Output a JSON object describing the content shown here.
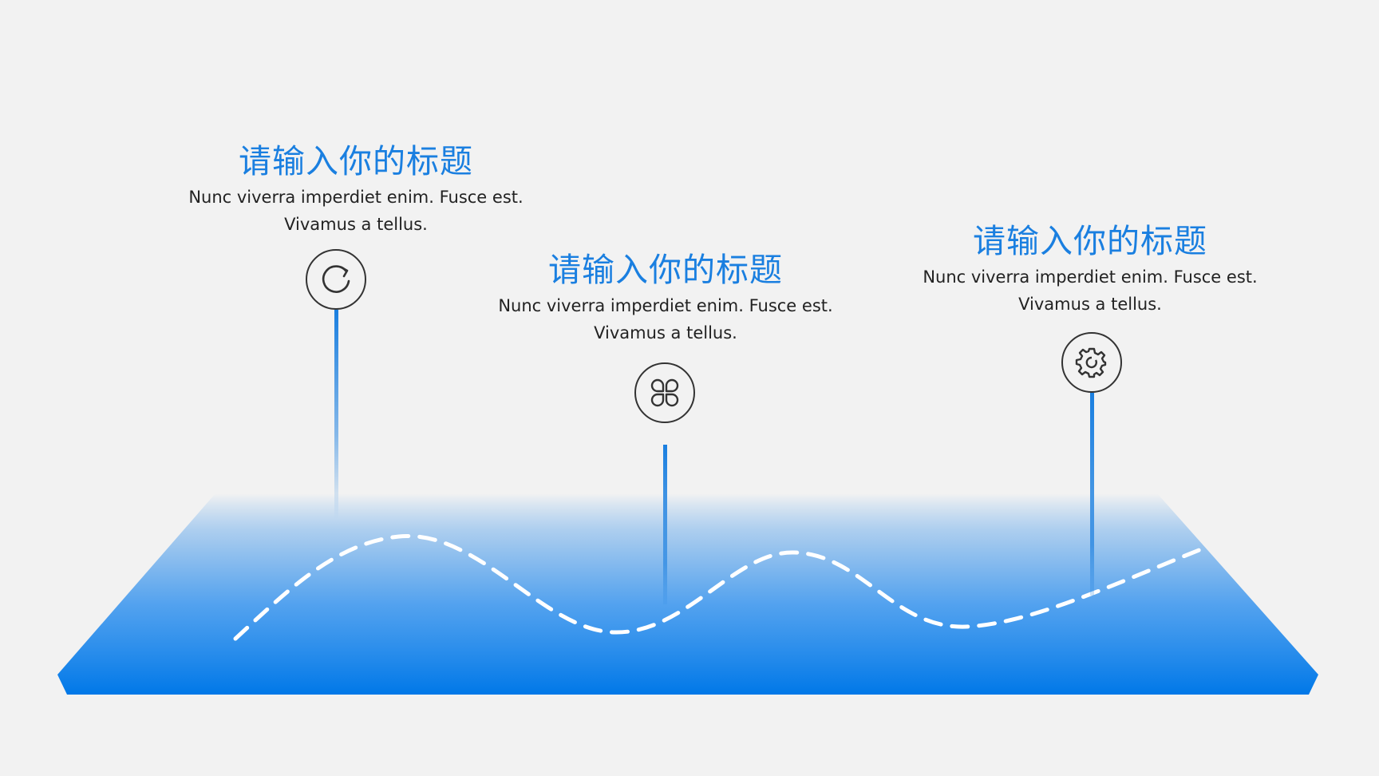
{
  "items": [
    {
      "title": "请输入你的标题",
      "description": "Nunc viverra imperdiet enim. Fusce est. Vivamus a tellus.",
      "icon": "refresh-icon"
    },
    {
      "title": "请输入你的标题",
      "description": "Nunc viverra imperdiet enim. Fusce est. Vivamus a tellus.",
      "icon": "grid-four-petal-icon"
    },
    {
      "title": "请输入你的标题",
      "description": "Nunc viverra imperdiet enim. Fusce est. Vivamus a tellus.",
      "icon": "gear-icon"
    }
  ],
  "colors": {
    "accent": "#1a7fe0",
    "platform_bottom": "#0078e8",
    "background": "#f2f2f2",
    "text": "#222222"
  }
}
